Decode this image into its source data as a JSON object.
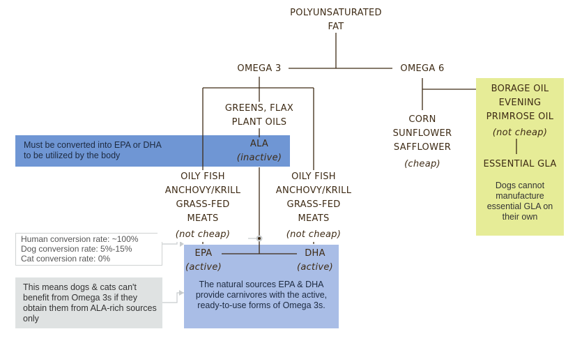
{
  "colors": {
    "line": "#3d2a14",
    "blue_dark": "#6f96d4",
    "blue_light": "#a9bde6",
    "yellow": "#e6ec97",
    "gray": "#dfe2e2",
    "gray_border": "#cfd2d2"
  },
  "nodes": {
    "root": {
      "line1": "POLYUNSATURATED",
      "line2": "FAT"
    },
    "omega3": "OMEGA 3",
    "omega6": "OMEGA 6",
    "greens": {
      "line1": "GREENS, FLAX",
      "line2": "PLANT OILS"
    },
    "ala": {
      "name": "ALA",
      "state": "(inactive)"
    },
    "ala_note": "Must be converted into EPA or DHA to be utilized by the body",
    "fish_left": {
      "lines": [
        "OILY FISH",
        "ANCHOVY/KRILL",
        "GRASS-FED",
        "MEATS"
      ],
      "price": "(not cheap)"
    },
    "fish_right": {
      "lines": [
        "OILY FISH",
        "ANCHOVY/KRILL",
        "GRASS-FED",
        "MEATS"
      ],
      "price": "(not cheap)"
    },
    "epa": {
      "name": "EPA",
      "state": "(active)"
    },
    "dha": {
      "name": "DHA",
      "state": "(active)"
    },
    "active_note": "The natural sources EPA & DHA provide carnivores with the active, ready-to-use forms of Omega 3s.",
    "conversion": {
      "human": "Human conversion rate: ~100%",
      "dog": "Dog conversion rate: 5%-15%",
      "cat": "Cat conversion rate: 0%"
    },
    "gray_note": "This means dogs & cats can't benefit from Omega 3s if they obtain them from ALA-rich sources only",
    "corn": {
      "lines": [
        "CORN",
        "SUNFLOWER",
        "SAFFLOWER"
      ],
      "price": "(cheap)"
    },
    "borage": {
      "lines": [
        "BORAGE OIL",
        "EVENING",
        "PRIMROSE OIL"
      ],
      "price": "(not cheap)"
    },
    "gla": "ESSENTIAL GLA",
    "gla_note": "Dogs cannot manufacture essential GLA on their own"
  }
}
